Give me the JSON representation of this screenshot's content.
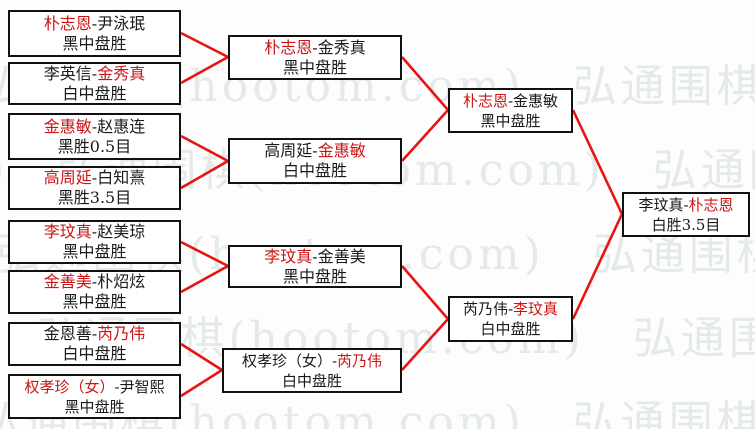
{
  "colors": {
    "connector_red": "#e81414",
    "winner_red": "#cc1414",
    "text_black": "#1a1a1a",
    "box_border": "#111111",
    "background": "#fdfdfd",
    "watermark_gray": "#e4e9e9"
  },
  "watermark": {
    "text": "弘通围棋(hootom.com)"
  },
  "bracket": {
    "dash": "-",
    "round1": [
      {
        "p1": "朴志恩",
        "p2": "尹泳珉",
        "result": "黑中盘胜",
        "red_side": "p1"
      },
      {
        "p1": "李英信",
        "p2": "金秀真",
        "result": "白中盘胜",
        "red_side": "p2"
      },
      {
        "p1": "金惠敏",
        "p2": "赵惠连",
        "result": "黑胜0.5目",
        "red_side": "p1"
      },
      {
        "p1": "高周延",
        "p2": "白知熹",
        "result": "黑胜3.5目",
        "red_side": "p1"
      },
      {
        "p1": "李玟真",
        "p2": "赵美琼",
        "result": "黑中盘胜",
        "red_side": "p1"
      },
      {
        "p1": "金善美",
        "p2": "朴炤炫",
        "result": "黑中盘胜",
        "red_side": "p1"
      },
      {
        "p1": "金恩善",
        "p2": "芮乃伟",
        "result": "白中盘胜",
        "red_side": "p2"
      },
      {
        "p1": "权孝珍（女）",
        "p2": "尹智熙",
        "result": "黑中盘胜",
        "red_side": "p1"
      }
    ],
    "round2": [
      {
        "p1": "朴志恩",
        "p2": "金秀真",
        "result": "黑中盘胜",
        "red_side": "p1"
      },
      {
        "p1": "高周延",
        "p2": "金惠敏",
        "result": "白中盘胜",
        "red_side": "p2"
      },
      {
        "p1": "李玟真",
        "p2": "金善美",
        "result": "黑中盘胜",
        "red_side": "p1"
      },
      {
        "p1": "权孝珍（女）",
        "p2": "芮乃伟",
        "result": "白中盘胜",
        "red_side": "p2"
      }
    ],
    "semifinals": [
      {
        "p1": "朴志恩",
        "p2": "金惠敏",
        "result": "黑中盘胜",
        "red_side": "p1"
      },
      {
        "p1": "芮乃伟",
        "p2": "李玟真",
        "result": "白中盘胜",
        "red_side": "p2"
      }
    ],
    "final": [
      {
        "p1": "李玟真",
        "p2": "朴志恩",
        "result": "白胜3.5目",
        "red_side": "p2"
      }
    ]
  }
}
